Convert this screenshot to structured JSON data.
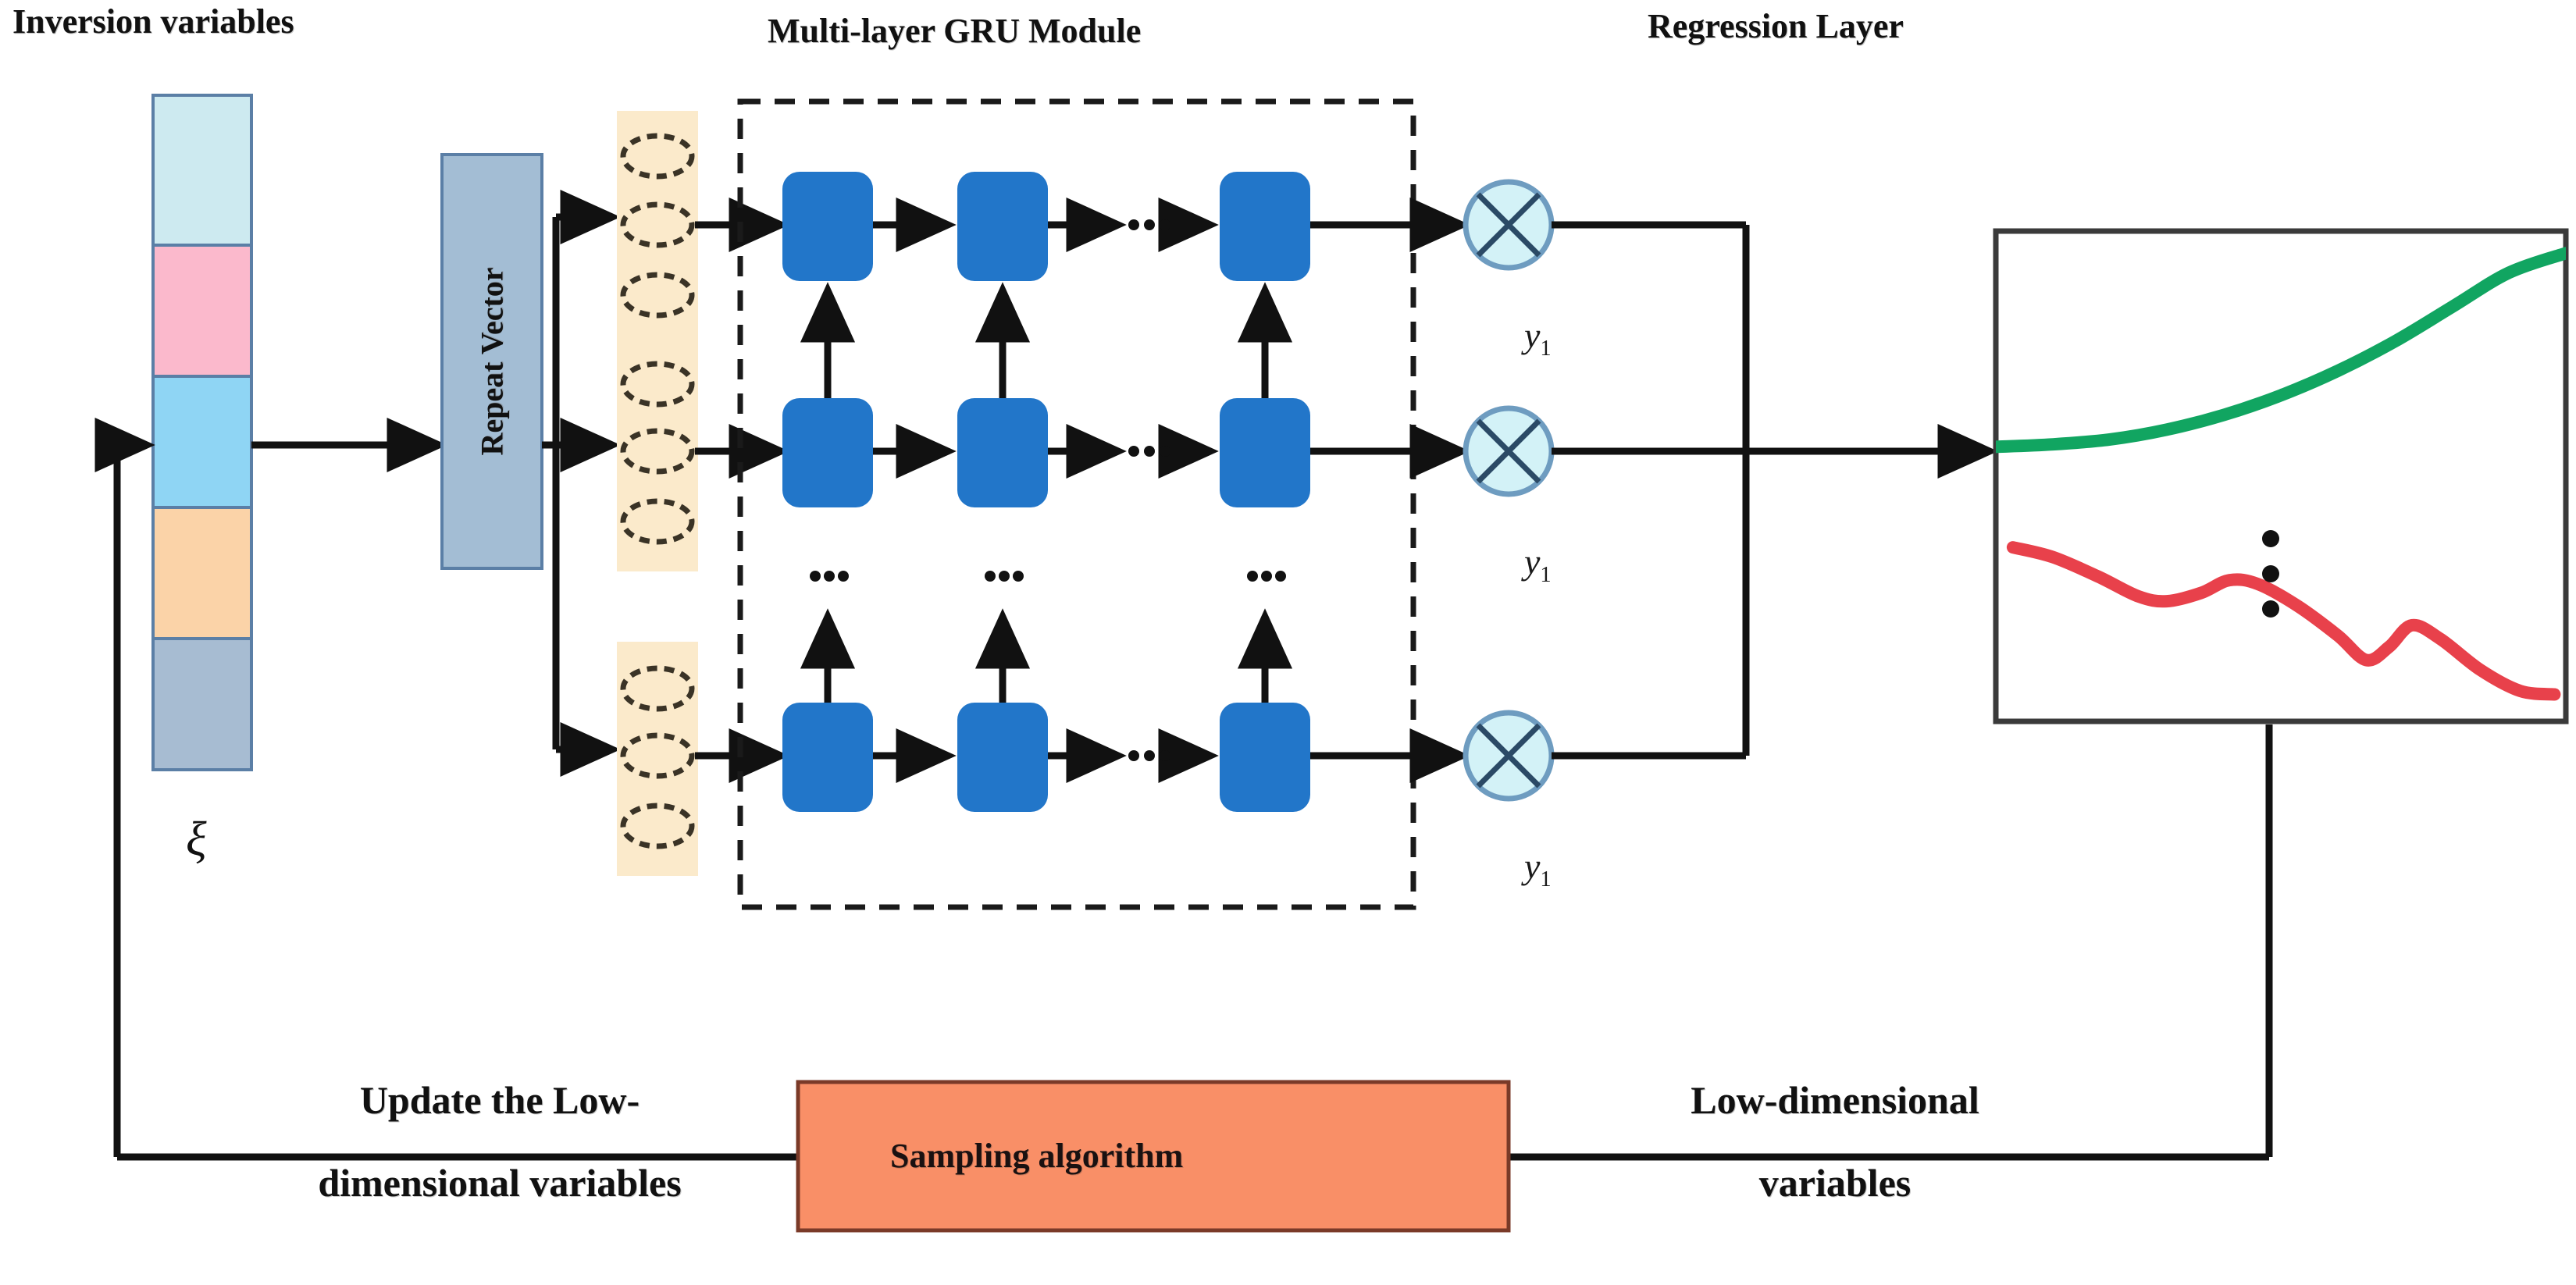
{
  "diagram": {
    "title_labels": {
      "inversion_variables": "Inversion variables",
      "gru_module": "Multi-layer GRU Module",
      "regression_layer": "Regression Layer"
    },
    "input_vector": {
      "symbol": "ξ",
      "segments": [
        {
          "name": "segment-1",
          "color": "#cdeaf0"
        },
        {
          "name": "segment-2",
          "color": "#fbb9cc"
        },
        {
          "name": "segment-3",
          "color": "#8fd5f4"
        },
        {
          "name": "segment-4",
          "color": "#fbd3a8"
        },
        {
          "name": "segment-5",
          "color": "#a7bcd2"
        }
      ],
      "border_color": "#5b7fa6"
    },
    "repeat_vector": {
      "label": "Repeat Vector",
      "fill": "#a3bdd4",
      "border": "#5b7fa6"
    },
    "timestep_columns": [
      {
        "name": "timestep-column-1",
        "circles": 3
      },
      {
        "name": "timestep-column-2",
        "circles": 3
      },
      {
        "name": "timestep-column-3",
        "circles": 3
      }
    ],
    "timestep_column_style": {
      "background": "#fbeacb",
      "circle_stroke": "#3a3326"
    },
    "gru": {
      "cell_fill": "#2276c9",
      "cell_rows": 3,
      "cell_cols": 3,
      "row_ellipsis": "···",
      "col_ellipsis": "···",
      "dashed_border_color": "#1a1a1a"
    },
    "outputs": [
      {
        "name": "output-node-1",
        "label": "y",
        "subscript": "1"
      },
      {
        "name": "output-node-2",
        "label": "y",
        "subscript": "1"
      },
      {
        "name": "output-node-3",
        "label": "y",
        "subscript": "1"
      }
    ],
    "output_node_style": {
      "fill": "#d3f2f7",
      "stroke": "#6e9cc0"
    },
    "regression_plot": {
      "border_color": "#3a3a3a",
      "background": "#ffffff",
      "vertical_ellipsis": "⋮"
    },
    "feedback": {
      "update_label_line1": "Update the Low-",
      "update_label_line2": "dimensional variables",
      "sampling_box_label": "Sampling algorithm",
      "sampling_box_fill": "#f98f67",
      "sampling_box_border": "#7a3a28",
      "lowdim_label_line1": "Low-dimensional",
      "lowdim_label_line2": "variables"
    }
  },
  "chart_data": {
    "type": "line",
    "title": "",
    "xlabel": "",
    "ylabel": "",
    "xlim": [
      0,
      1
    ],
    "ylim": [
      0,
      1
    ],
    "grid": false,
    "legend": "none",
    "annotations": [
      "⋮"
    ],
    "series": [
      {
        "name": "green-curve",
        "color": "#11a561",
        "points": [
          [
            0.0,
            0.56
          ],
          [
            0.1,
            0.565
          ],
          [
            0.2,
            0.575
          ],
          [
            0.3,
            0.595
          ],
          [
            0.4,
            0.625
          ],
          [
            0.5,
            0.665
          ],
          [
            0.6,
            0.715
          ],
          [
            0.7,
            0.775
          ],
          [
            0.8,
            0.845
          ],
          [
            0.9,
            0.915
          ],
          [
            1.0,
            0.955
          ]
        ]
      },
      {
        "name": "red-curve",
        "color": "#e8414b",
        "points": [
          [
            0.03,
            0.355
          ],
          [
            0.1,
            0.335
          ],
          [
            0.18,
            0.295
          ],
          [
            0.25,
            0.255
          ],
          [
            0.3,
            0.245
          ],
          [
            0.36,
            0.262
          ],
          [
            0.41,
            0.288
          ],
          [
            0.46,
            0.28
          ],
          [
            0.53,
            0.235
          ],
          [
            0.6,
            0.175
          ],
          [
            0.65,
            0.125
          ],
          [
            0.69,
            0.152
          ],
          [
            0.73,
            0.196
          ],
          [
            0.78,
            0.168
          ],
          [
            0.85,
            0.105
          ],
          [
            0.92,
            0.062
          ],
          [
            0.98,
            0.055
          ]
        ]
      }
    ]
  }
}
